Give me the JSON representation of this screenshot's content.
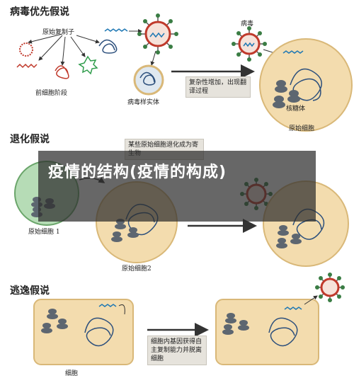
{
  "overlay": {
    "title": "疫情的结构(疫情的构成)"
  },
  "virus_first": {
    "heading": "病毒优先假说",
    "progenitor": "原始复制子",
    "precell": "前细胞阶段",
    "virus_like": "病毒样实体",
    "virus": "病毒",
    "note": "复杂性增加，出现翻译过程",
    "ribosome": "核糖体",
    "protocell": "原始细胞"
  },
  "regressive": {
    "heading": "退化假说",
    "note": "某些原始细胞退化成为寄生物",
    "cell1": "原始细胞 1",
    "cell2": "原始细胞2"
  },
  "escape": {
    "heading": "逃逸假说",
    "note": "细胞内基因获得自主复制能力并脱离细胞",
    "cell": "细胞"
  },
  "colors": {
    "cell_fill": "#f3dcae",
    "cell_stroke": "#d9b878",
    "green_cell": "#b6dcb6",
    "virus_red": "#c0392b",
    "dna_blue": "#1f78b4",
    "overlay": "#2d2d2d"
  }
}
